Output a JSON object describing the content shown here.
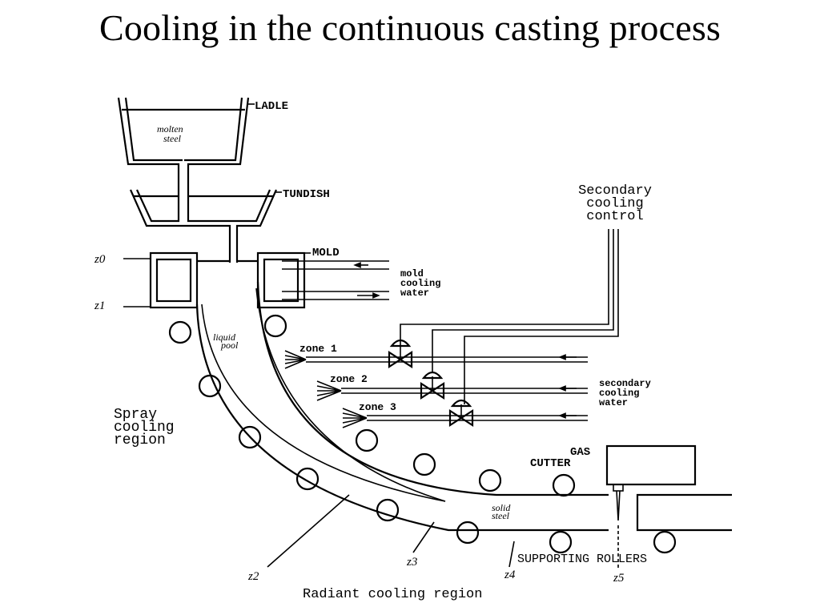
{
  "title": "Cooling in the continuous casting process",
  "labels": {
    "ladle": "LADLE",
    "molten_line1": "molten",
    "molten_line2": "steel",
    "tundish": "TUNDISH",
    "mold": "MOLD",
    "mold_water_1": "mold",
    "mold_water_2": "cooling",
    "mold_water_3": "water",
    "secondary_control_1": "Secondary",
    "secondary_control_2": "cooling",
    "secondary_control_3": "control",
    "liquid_1": "liquid",
    "liquid_2": "pool",
    "zone1": "zone 1",
    "zone2": "zone 2",
    "zone3": "zone 3",
    "sec_water_1": "secondary",
    "sec_water_2": "cooling",
    "sec_water_3": "water",
    "spray_1": "Spray",
    "spray_2": "cooling",
    "spray_3": "region",
    "gas_1": "GAS",
    "gas_2": "CUTTER",
    "solid_1": "solid",
    "solid_2": "steel",
    "rollers": "SUPPORTING ROLLERS",
    "radiant": "Radiant cooling region",
    "z0": "z0",
    "z1": "z1",
    "z2": "z2",
    "z3": "z3",
    "z4": "z4",
    "z5": "z5"
  }
}
